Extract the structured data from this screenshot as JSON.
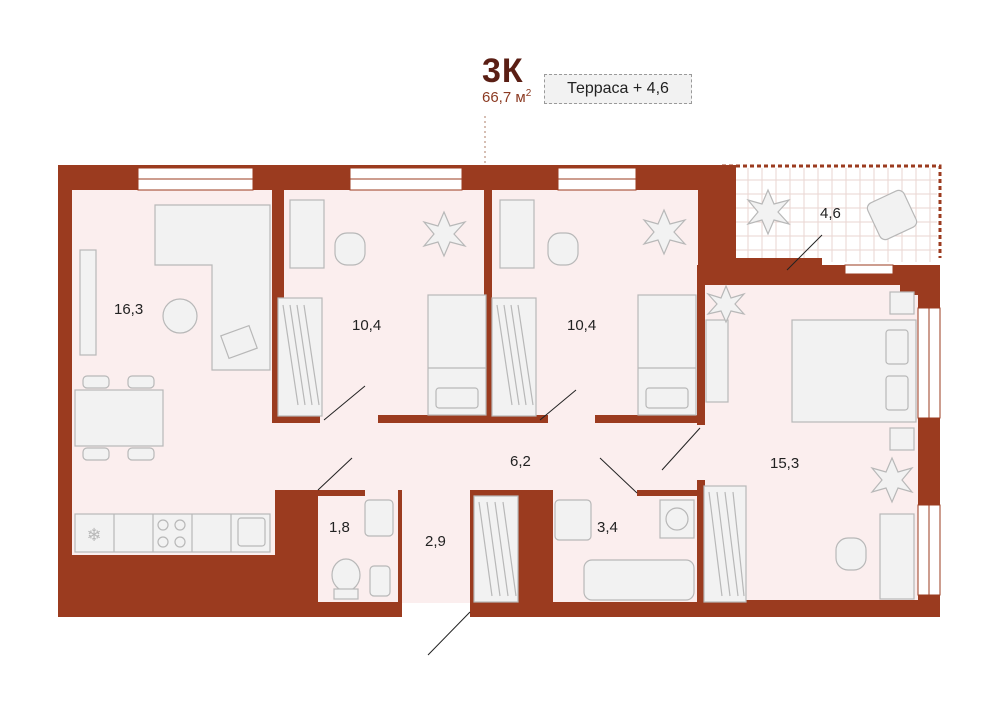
{
  "header": {
    "rooms_label": "3К",
    "area_value": "66,7 м",
    "area_unit_sup": "2",
    "terrace_label": "Терраса + 4,6"
  },
  "rooms": [
    {
      "id": "living-kitchen",
      "area": "16,3"
    },
    {
      "id": "bedroom-1",
      "area": "10,4"
    },
    {
      "id": "bedroom-2",
      "area": "10,4"
    },
    {
      "id": "terrace",
      "area": "4,6"
    },
    {
      "id": "hall",
      "area": "6,2"
    },
    {
      "id": "master-bedroom",
      "area": "15,3"
    },
    {
      "id": "wc",
      "area": "1,8"
    },
    {
      "id": "corridor",
      "area": "2,9"
    },
    {
      "id": "bathroom",
      "area": "3,4"
    }
  ],
  "colors": {
    "wall": "#9b3b1f",
    "floor": "#fbeeee",
    "terrace_floor": "#ffffff",
    "furniture_stroke": "#b8b8b8",
    "furniture_fill": "#f2f2f2"
  },
  "icons": [
    "snowflake-icon",
    "plant-icon",
    "sink-icon",
    "toilet-icon",
    "bathtub-icon",
    "washing-machine-icon"
  ]
}
